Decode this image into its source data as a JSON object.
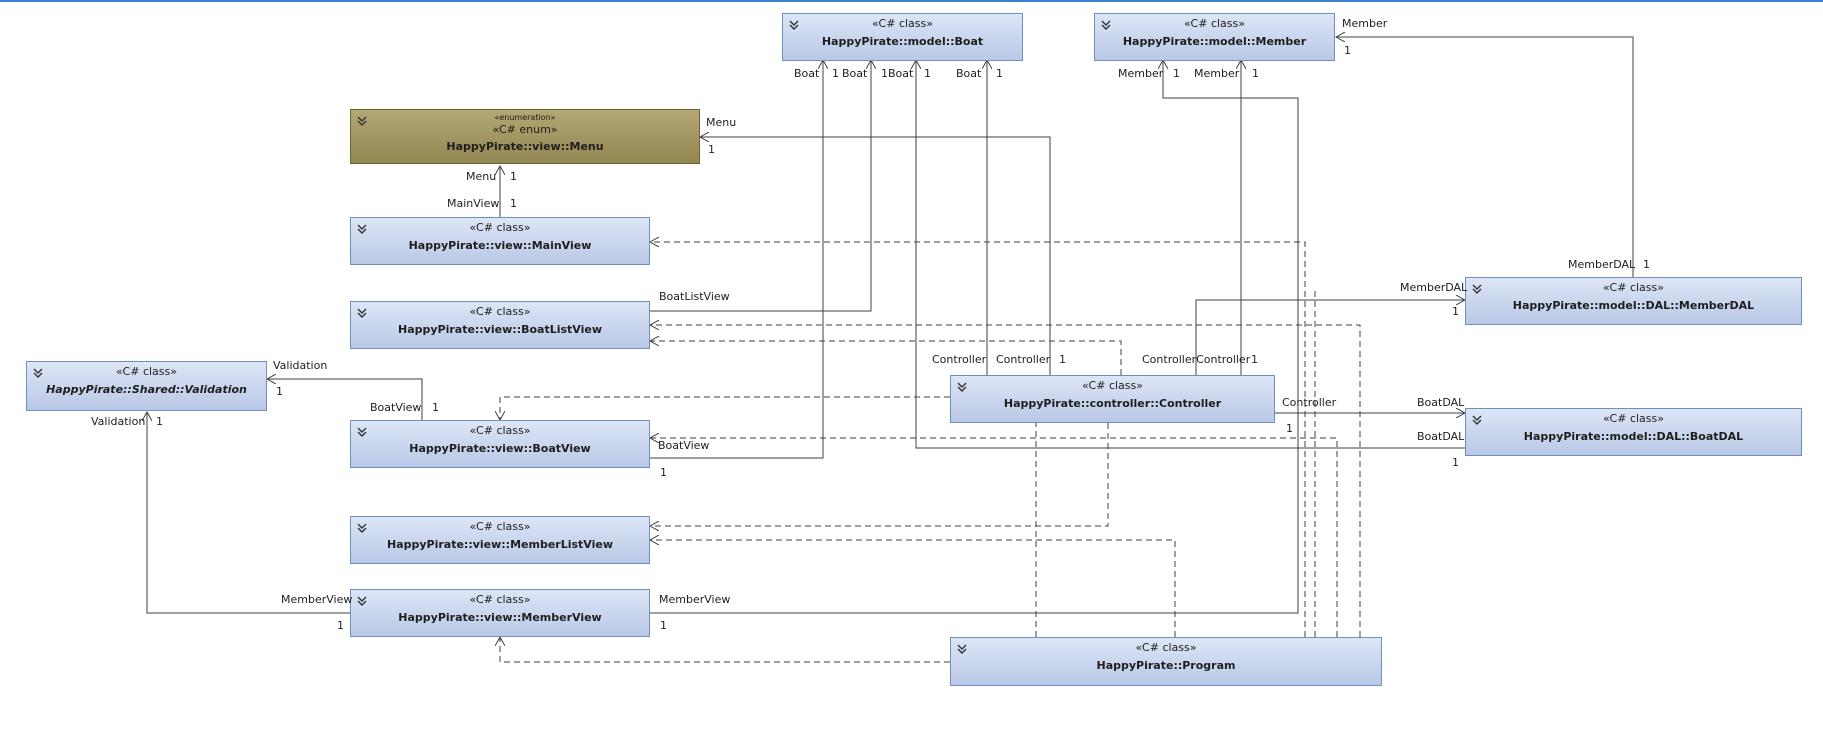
{
  "classes": {
    "boat": {
      "stereotype": "«C# class»",
      "name": "HappyPirate::model::Boat"
    },
    "member": {
      "stereotype": "«C# class»",
      "name": "HappyPirate::model::Member"
    },
    "menu": {
      "stereotype_top": "«enumeration»",
      "stereotype": "«C# enum»",
      "name": "HappyPirate::view::Menu"
    },
    "mainview": {
      "stereotype": "«C# class»",
      "name": "HappyPirate::view::MainView"
    },
    "boatlistview": {
      "stereotype": "«C# class»",
      "name": "HappyPirate::view::BoatListView"
    },
    "validation": {
      "stereotype": "«C# class»",
      "name": "HappyPirate::Shared::Validation"
    },
    "boatview": {
      "stereotype": "«C# class»",
      "name": "HappyPirate::view::BoatView"
    },
    "memberlistview": {
      "stereotype": "«C# class»",
      "name": "HappyPirate::view::MemberListView"
    },
    "memberview": {
      "stereotype": "«C# class»",
      "name": "HappyPirate::view::MemberView"
    },
    "controller": {
      "stereotype": "«C# class»",
      "name": "HappyPirate::controller::Controller"
    },
    "program": {
      "stereotype": "«C# class»",
      "name": "HappyPirate::Program"
    },
    "memberdal": {
      "stereotype": "«C# class»",
      "name": "HappyPirate::model::DAL::MemberDAL"
    },
    "boatdal": {
      "stereotype": "«C# class»",
      "name": "HappyPirate::model::DAL::BoatDAL"
    }
  },
  "labels": {
    "boat_a": "Boat",
    "boat_a_m": "1",
    "boat_b": "Boat",
    "boat_b_m": "1",
    "boat_c": "Boat",
    "boat_c_m": "1",
    "boat_d": "Boat",
    "boat_d_m": "1",
    "boat_e": "1",
    "member_title": "Member",
    "member_title_m": "1",
    "member_a": "Member",
    "member_a_m": "1",
    "member_b": "Member",
    "member_b_m": "1",
    "menu_right": "Menu",
    "menu_right_m": "1",
    "menu_below": "Menu",
    "menu_below_m": "1",
    "mainview_lbl": "MainView",
    "mainview_m": "1",
    "boatlistview_lbl": "BoatListView",
    "validation_top": "Validation",
    "validation_top_m": "1",
    "validation_below": "Validation",
    "validation_below_m": "1",
    "boatview_top": "BoatView",
    "boatview_top_m": "1",
    "boatview_right": "BoatView",
    "boatview_right_m": "1",
    "controller_a": "Controller",
    "controller_b": "Controller",
    "controller_c": "1",
    "controller_d": "ControllerController",
    "controller_e": "1",
    "controller_right": "Controller",
    "memberdal_top": "MemberDAL",
    "memberdal_top_m": "1",
    "memberdal_left": "MemberDAL",
    "memberdal_left_m": "1",
    "boatdal_a": "BoatDAL",
    "boatdal_b": "BoatDAL",
    "boatdal_m1": "1",
    "boatdal_m2": "1",
    "memberview_left": "MemberView",
    "memberview_left_m": "1",
    "memberview_right": "MemberView",
    "memberview_right_m": "1"
  },
  "colors": {
    "class_fill": "#c9d6ee",
    "class_border": "#6e8fc4",
    "enum_fill": "#a49865",
    "line": "#404040"
  }
}
